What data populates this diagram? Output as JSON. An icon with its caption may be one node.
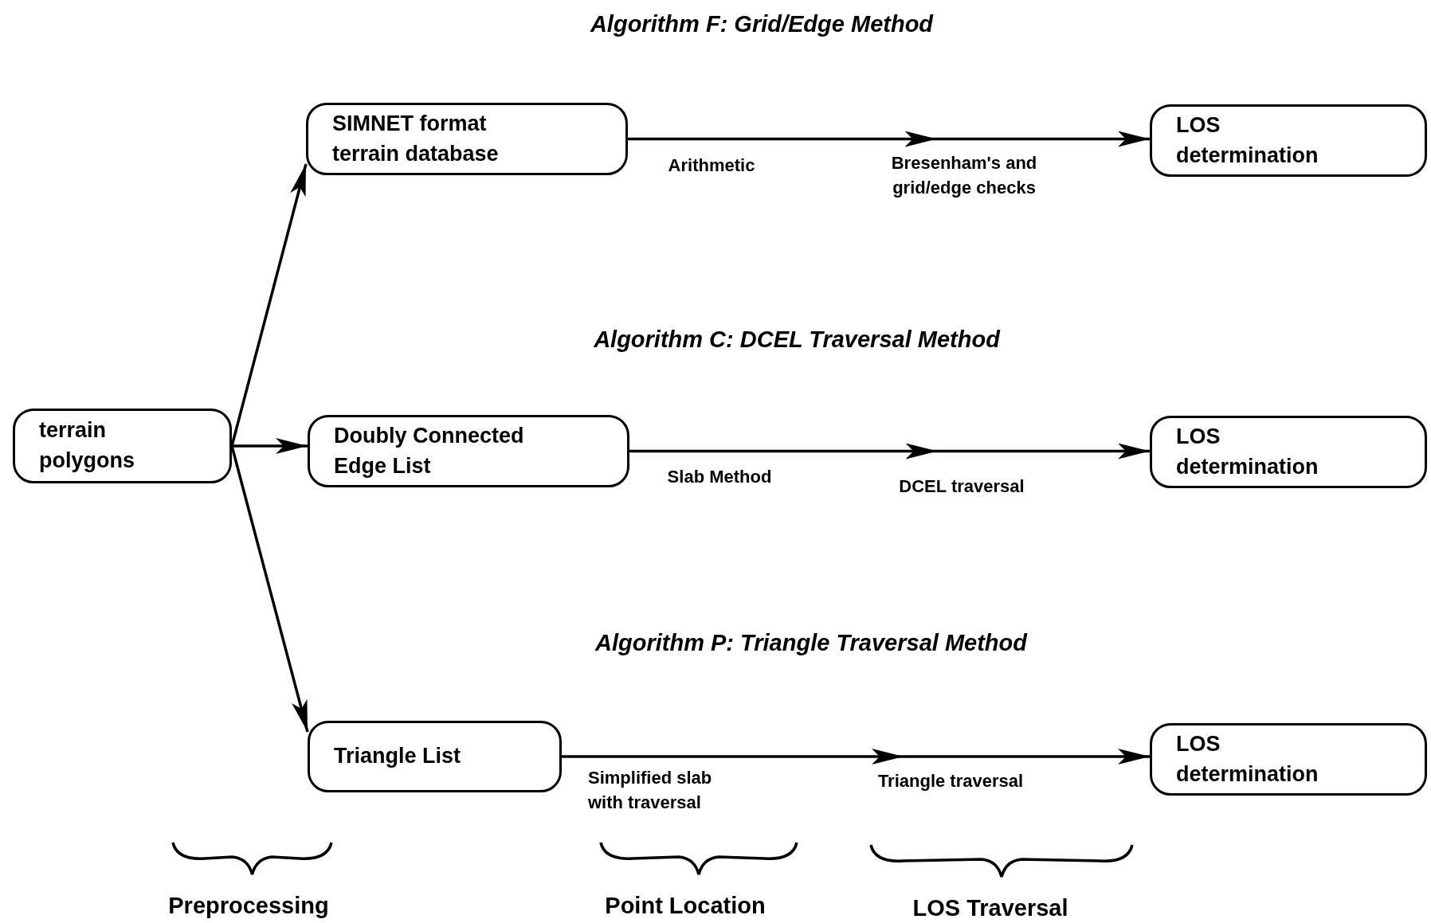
{
  "diagram": {
    "nodes": [
      {
        "text": [
          "terrain polygons"
        ]
      },
      {
        "text": [
          "SIMNET format terrain database"
        ]
      },
      {
        "text": [
          "LOS determination"
        ]
      },
      {
        "text": [
          "Doubly Connected Edge List"
        ]
      },
      {
        "text": [
          "LOS determination"
        ]
      },
      {
        "text": [
          "Triangle List"
        ]
      },
      {
        "text": [
          "LOS determination"
        ]
      }
    ],
    "edges": [
      {
        "from": 0,
        "to": 1,
        "arrow": "to"
      },
      {
        "from": 0,
        "to": 3,
        "arrow": "to"
      },
      {
        "from": 0,
        "to": 5,
        "arrow": "to"
      },
      {
        "from": 1,
        "to": 2,
        "arrow": "to",
        "label": "Arithmetic"
      },
      {
        "from": 3,
        "to": 4,
        "arrow": "to",
        "label": "Slab Method"
      },
      {
        "from": 5,
        "to": 6,
        "arrow": "to",
        "label": "Simplified slab with traversal"
      }
    ],
    "labels": [
      "Algorithm F: Grid/Edge Method",
      "Bresenham's and grid/edge checks",
      "Algorithm C: DCEL Traversal Method",
      "DCEL traversal",
      "Algorithm P: Triangle Traversal Method",
      "Triangle traversal",
      "Preprocessing",
      "Point Location",
      "LOS Traversal"
    ]
  }
}
